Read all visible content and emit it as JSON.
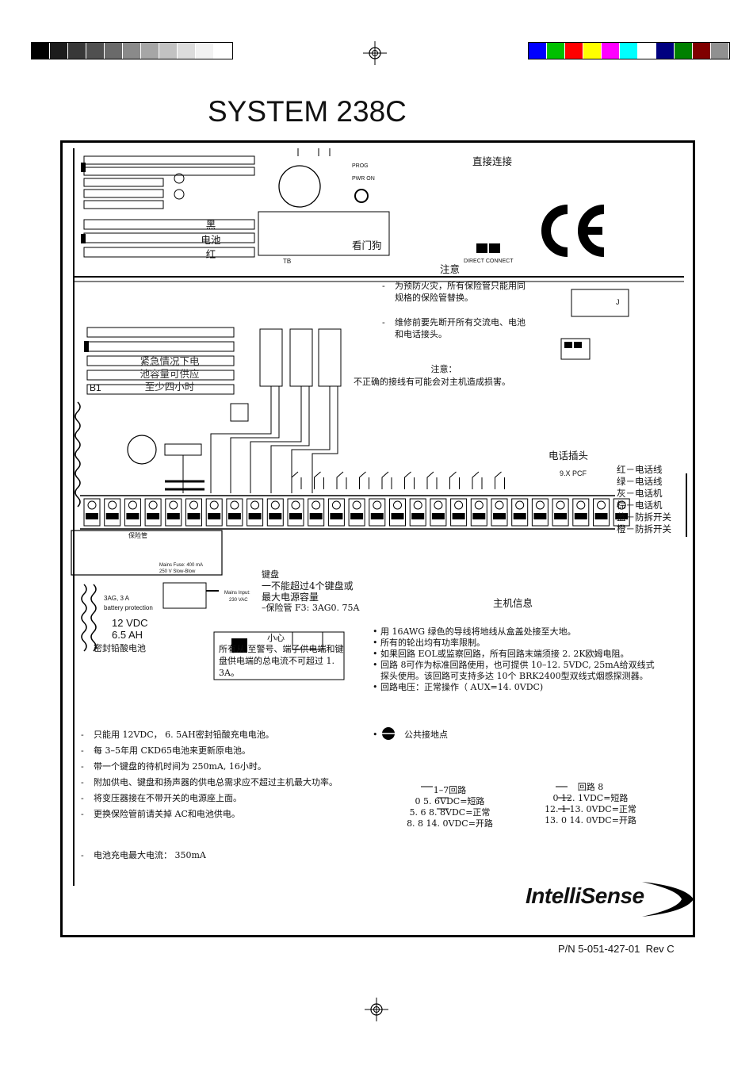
{
  "registration": {
    "gray_swatches": [
      "#000000",
      "#1c1c1c",
      "#383838",
      "#505050",
      "#6a6a6a",
      "#8a8a8a",
      "#a6a6a6",
      "#c2c2c2",
      "#dcdcdc",
      "#f2f2f2",
      "#ffffff"
    ],
    "color_swatches": [
      "#0000ff",
      "#00c000",
      "#ff0000",
      "#ffff00",
      "#ff00ff",
      "#00ffff",
      "#ffffff",
      "#000080",
      "#008000",
      "#800000",
      "#909090"
    ]
  },
  "title": "SYSTEM 238C",
  "part_number": "P/N 5-051-427-01  Rev C",
  "brand": "IntelliSense",
  "board": {
    "direct_connect": "直接连接",
    "battery": [
      "黑",
      "电池",
      "红"
    ],
    "watchdog": "看门狗",
    "tb_label": "TB",
    "ce_mark": "CE",
    "j_label": "J",
    "b1_label": "B1",
    "emergency": [
      "紧急情况下电",
      "池容量可供应",
      "至少四小时"
    ],
    "prog_labels": [
      "PROG",
      "PWR ON"
    ],
    "dircl_label": "DIRECT CONNECT"
  },
  "caution_top": {
    "title": "注意",
    "items": [
      "为预防火灾，所有保险管只能用同规格的保险管替换。",
      "维修前要先断开所有交流电、电池和电话接头。"
    ]
  },
  "caution_mid": {
    "title": "注意：",
    "text": "不正确的接线有可能会对主机造成损害。"
  },
  "phone": {
    "title": "电话插头",
    "model": "9.X PCF",
    "wires": [
      "红－电话线",
      "绿－电话线",
      "灰－电话机",
      "棕－电话机",
      "蓝－防拆开关",
      "橙－防拆开关"
    ]
  },
  "power": {
    "fuse_label": "保险管",
    "mains_fuse": [
      "Mains Fuse: 400 mA",
      "250 V Slow-Blow"
    ],
    "mains_input": [
      "Mains Input:",
      "230 VAC"
    ],
    "battery_protection": [
      "3AG, 3 A",
      "battery protection"
    ],
    "battery_spec": [
      "12 VDC",
      "6.5 AH"
    ],
    "battery_type": "密封铅酸电池"
  },
  "keypad": {
    "lines": [
      "键盘",
      "一不能超过4个键盘或",
      "最大电源容量",
      "–保险管 F3:  3AG0. 75A"
    ]
  },
  "careful_box": {
    "head": "小心",
    "text": "所有从   至警号、端子供电端和键盘供电端的总电流不可超过 1. 3A。"
  },
  "host_info": {
    "title": "主机信息",
    "items": [
      "用 16AWG  绿色的导线将地线从盒盖处接至大地。",
      "所有的轮出均有功率限制。",
      "如果回路 EOL或监察回路，所有回路末端须接 2. 2K欧姆电阻。",
      "回路 8可作为标准回路使用，也可提供 10–12. 5VDC,  25mA给双线式探头使用。该回路可支持多达 10个 BRK2400型双线式烟感探测器。",
      "回路电压：正常操作（ AUX=14. 0VDC)"
    ],
    "ground_label": "公共接地点"
  },
  "notes": [
    "只能用 12VDC，  6. 5AH密封铅酸充电电池。",
    "每 3–5年用 CKD65电池来更新原电池。",
    "带一个键盘的待机时间为 250mA,   16小时。",
    "附加供电、键盘和扬声器的供电总需求应不超过主机最大功率。",
    "将变压器接在不带开关的电源座上面。",
    "更换保险管前请关掉 AC和电池供电。"
  ],
  "charge_note": "电池充电最大电流：  350mA",
  "loops_1_7": {
    "title": "1–7回路",
    "rows": [
      "0   5. 6VDC=短路",
      "5. 6  8. 8VDC=正常",
      "8. 8  14. 0VDC=开路"
    ]
  },
  "loop_8": {
    "title": "回路 8",
    "rows": [
      "0   12. 1VDC=短路",
      "12. 1  13. 0VDC=正常",
      "13. 0  14. 0VDC=开路"
    ]
  }
}
